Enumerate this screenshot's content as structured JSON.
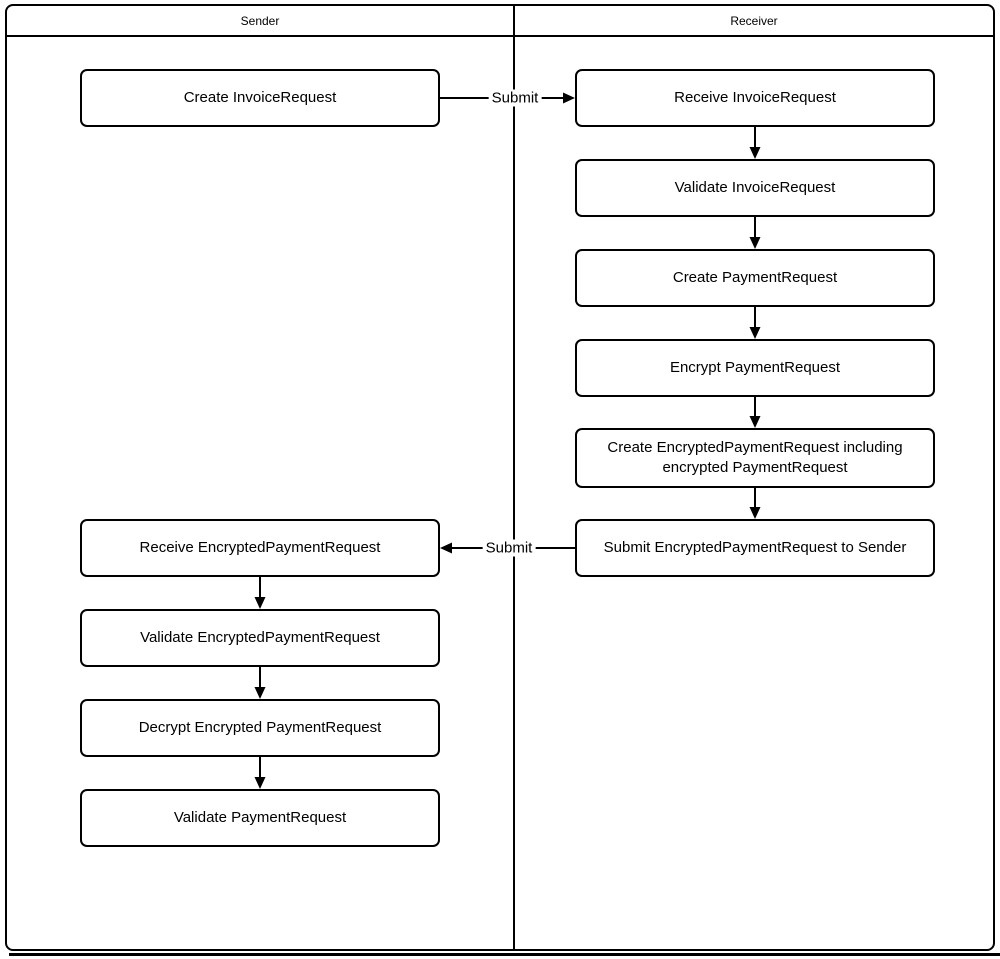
{
  "diagram": {
    "type": "swimlane-flowchart",
    "colors": {
      "stroke": "#000000",
      "background": "#ffffff"
    },
    "lanes": [
      {
        "label": "Sender"
      },
      {
        "label": "Receiver"
      }
    ],
    "nodes": [
      {
        "id": "create-invoice-request",
        "lane": "Sender",
        "label": "Create InvoiceRequest"
      },
      {
        "id": "receive-invoice-request",
        "lane": "Receiver",
        "label": "Receive InvoiceRequest"
      },
      {
        "id": "validate-invoice-request",
        "lane": "Receiver",
        "label": "Validate InvoiceRequest"
      },
      {
        "id": "create-payment-request",
        "lane": "Receiver",
        "label": "Create PaymentRequest"
      },
      {
        "id": "encrypt-payment-request",
        "lane": "Receiver",
        "label": "Encrypt PaymentRequest"
      },
      {
        "id": "create-encrypted-payment-request",
        "lane": "Receiver",
        "label": "Create EncryptedPaymentRequest including encrypted PaymentRequest"
      },
      {
        "id": "submit-encrypted-payment-request",
        "lane": "Receiver",
        "label": "Submit EncryptedPaymentRequest to Sender"
      },
      {
        "id": "receive-encrypted-payment-request",
        "lane": "Sender",
        "label": "Receive EncryptedPaymentRequest"
      },
      {
        "id": "validate-encrypted-payment-request",
        "lane": "Sender",
        "label": "Validate EncryptedPaymentRequest"
      },
      {
        "id": "decrypt-encrypted-payment-request",
        "lane": "Sender",
        "label": "Decrypt Encrypted PaymentRequest"
      },
      {
        "id": "validate-payment-request",
        "lane": "Sender",
        "label": "Validate PaymentRequest"
      }
    ],
    "edges": [
      {
        "from": "create-invoice-request",
        "to": "receive-invoice-request",
        "label": "Submit"
      },
      {
        "from": "receive-invoice-request",
        "to": "validate-invoice-request"
      },
      {
        "from": "validate-invoice-request",
        "to": "create-payment-request"
      },
      {
        "from": "create-payment-request",
        "to": "encrypt-payment-request"
      },
      {
        "from": "encrypt-payment-request",
        "to": "create-encrypted-payment-request"
      },
      {
        "from": "create-encrypted-payment-request",
        "to": "submit-encrypted-payment-request"
      },
      {
        "from": "submit-encrypted-payment-request",
        "to": "receive-encrypted-payment-request",
        "label": "Submit"
      },
      {
        "from": "receive-encrypted-payment-request",
        "to": "validate-encrypted-payment-request"
      },
      {
        "from": "validate-encrypted-payment-request",
        "to": "decrypt-encrypted-payment-request"
      },
      {
        "from": "decrypt-encrypted-payment-request",
        "to": "validate-payment-request"
      }
    ]
  }
}
